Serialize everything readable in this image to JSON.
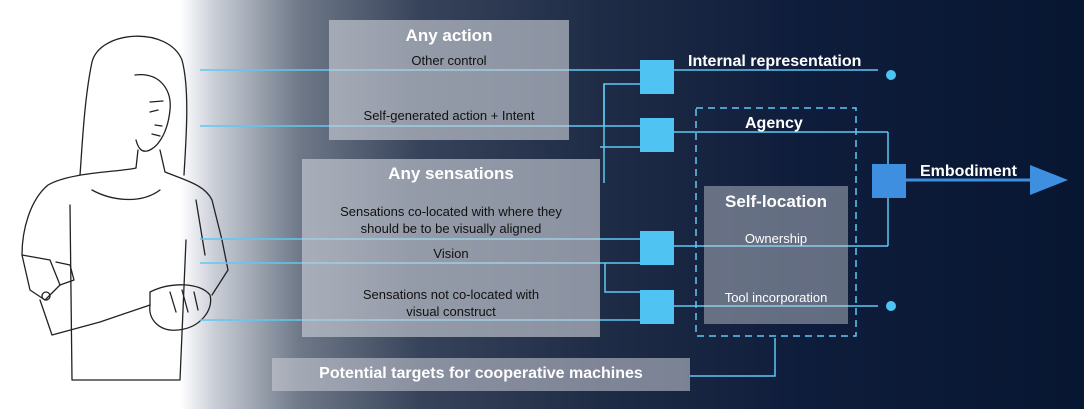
{
  "action_box": {
    "title": "Any action",
    "items": [
      "Other control",
      "Self-generated action + Intent"
    ]
  },
  "sensation_box": {
    "title": "Any sensations",
    "items": [
      "Sensations co-located with where they should be to be visually aligned",
      "Vision",
      "Sensations not co-located with visual construct"
    ]
  },
  "self_location_box": {
    "title": "Self-location",
    "items": [
      "Ownership",
      "Tool incorporation"
    ]
  },
  "outputs": {
    "internal_representation": "Internal representation",
    "agency": "Agency",
    "embodiment": "Embodiment"
  },
  "footer_label": "Potential targets for cooperative machines",
  "colors": {
    "line": "#5ec8f2",
    "node": "#4fc3f1",
    "embodiment_node": "#3f8fe0",
    "box_fill": "#cdd0d8"
  },
  "illustration": "person-with-prosthetic-arm"
}
